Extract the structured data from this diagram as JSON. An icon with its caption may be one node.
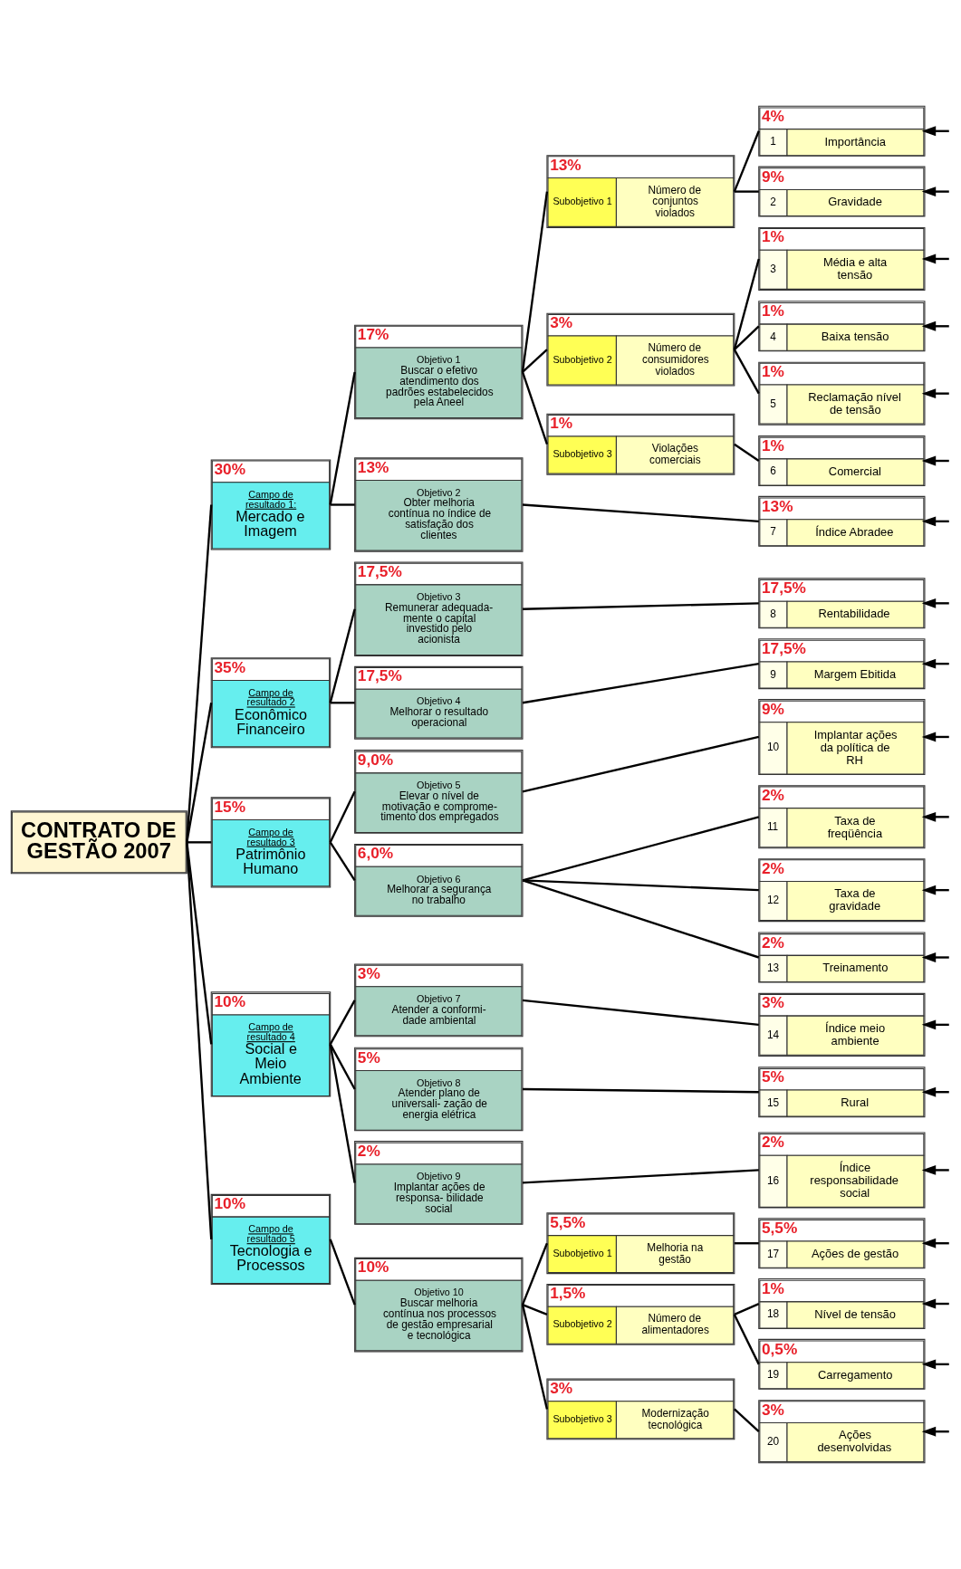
{
  "diagram": {
    "nodes": [
      {
        "text": [
          "CONTRATO DE GESTÃO 2007"
        ]
      },
      {
        "text": [
          "30%",
          "Campo de resultado 1:",
          "Mercado e Imagem"
        ]
      },
      {
        "text": [
          "35%",
          "Campo de resultado 2",
          "Econômico Financeiro"
        ]
      },
      {
        "text": [
          "15%",
          "Campo de resultado 3",
          "Patrimônio Humano"
        ]
      },
      {
        "text": [
          "10%",
          "Campo de resultado 4",
          "Social e Meio Ambiente"
        ]
      },
      {
        "text": [
          "10%",
          "Campo de resultado 5",
          "Tecnologia e Processos"
        ]
      },
      {
        "text": [
          "17%",
          "Objetivo 1",
          "Buscar o efetivo atendimento dos padrões estabelecidos pela Aneel"
        ]
      },
      {
        "text": [
          "13%",
          "Objetivo 2",
          "Obter melhoria contínua no índice de satisfação dos clientes"
        ]
      },
      {
        "text": [
          "17,5%",
          "Objetivo 3",
          "Remunerar adequada- mente o capital investido pelo acionista"
        ]
      },
      {
        "text": [
          "17,5%",
          "Objetivo 4",
          "Melhorar o resultado operacional"
        ]
      },
      {
        "text": [
          "9,0%",
          "Objetivo 5",
          "Elevar o nível de motivação e compromе- timento dos empregados"
        ]
      },
      {
        "text": [
          "6,0%",
          "Objetivo 6",
          "Melhorar a segurança no trabalho"
        ]
      },
      {
        "text": [
          "3%",
          "Objetivo 7",
          "Atender a conformi- dade ambiental"
        ]
      },
      {
        "text": [
          "5%",
          "Objetivo 8",
          "Atender plano de universali- zação de energia elétrica"
        ]
      },
      {
        "text": [
          "2%",
          "Objetivo 9",
          "Implantar ações de responsa- bilidade social"
        ]
      },
      {
        "text": [
          "10%",
          "Objetivo 10",
          "Buscar melhoria contínua nos processos de gestão empresarial e tecnológica"
        ]
      },
      {
        "text": [
          "13%",
          "Subobjetivo 1",
          "Número de conjuntos violados"
        ]
      },
      {
        "text": [
          "3%",
          "Subobjetivo 2",
          "Número de consumidores violados"
        ]
      },
      {
        "text": [
          "1%",
          "Subobjetivo 3",
          "Violações comerciais"
        ]
      },
      {
        "text": [
          "5,5%",
          "Subobjetivo 1",
          "Melhoria na gestão"
        ]
      },
      {
        "text": [
          "1,5%",
          "Subobjetivo 2",
          "Número de alimentadores"
        ]
      },
      {
        "text": [
          "3%",
          "Subobjetivo 3",
          "Modernização tecnológica"
        ]
      },
      {
        "text": [
          "4%",
          "1",
          "Importância"
        ]
      },
      {
        "text": [
          "9%",
          "2",
          "Gravidade"
        ]
      },
      {
        "text": [
          "1%",
          "3",
          "Média e alta tensão"
        ]
      },
      {
        "text": [
          "1%",
          "4",
          "Baixa tensão"
        ]
      },
      {
        "text": [
          "1%",
          "5",
          "Reclamação nível de tensão"
        ]
      },
      {
        "text": [
          "1%",
          "6",
          "Comercial"
        ]
      },
      {
        "text": [
          "13%",
          "7",
          "Índice Abradee"
        ]
      },
      {
        "text": [
          "17,5%",
          "8",
          "Rentabilidade"
        ]
      },
      {
        "text": [
          "17,5%",
          "9",
          "Margem Ebitida"
        ]
      },
      {
        "text": [
          "9%",
          "10",
          "Implantar ações da política de RH"
        ]
      },
      {
        "text": [
          "2%",
          "11",
          "Taxa de freqüência"
        ]
      },
      {
        "text": [
          "2%",
          "12",
          "Taxa de gravidade"
        ]
      },
      {
        "text": [
          "2%",
          "13",
          "Treinamento"
        ]
      },
      {
        "text": [
          "3%",
          "14",
          "Índice meio ambiente"
        ]
      },
      {
        "text": [
          "5%",
          "15",
          "Rural"
        ]
      },
      {
        "text": [
          "2%",
          "16",
          "Índice responsabilidade social"
        ]
      },
      {
        "text": [
          "5,5%",
          "17",
          "Ações de gestão"
        ]
      },
      {
        "text": [
          "1%",
          "18",
          "Nível de tensão"
        ]
      },
      {
        "text": [
          "0,5%",
          "19",
          "Carregamento"
        ]
      },
      {
        "text": [
          "3%",
          "20",
          "Ações desenvolvidas"
        ]
      }
    ],
    "edges": [
      {
        "from": 0,
        "to": 1,
        "arrow": "none"
      },
      {
        "from": 0,
        "to": 2,
        "arrow": "none"
      },
      {
        "from": 0,
        "to": 3,
        "arrow": "none"
      },
      {
        "from": 0,
        "to": 4,
        "arrow": "none"
      },
      {
        "from": 0,
        "to": 5,
        "arrow": "none"
      },
      {
        "from": 1,
        "to": 6,
        "arrow": "none"
      },
      {
        "from": 1,
        "to": 7,
        "arrow": "none"
      },
      {
        "from": 6,
        "to": 16,
        "arrow": "none"
      },
      {
        "from": 6,
        "to": 17,
        "arrow": "none"
      },
      {
        "from": 6,
        "to": 18,
        "arrow": "none"
      },
      {
        "from": 16,
        "to": 22,
        "arrow": "none"
      },
      {
        "from": 16,
        "to": 23,
        "arrow": "none"
      },
      {
        "from": 17,
        "to": 24,
        "arrow": "none"
      },
      {
        "from": 17,
        "to": 25,
        "arrow": "none"
      },
      {
        "from": 17,
        "to": 26,
        "arrow": "none"
      },
      {
        "from": 18,
        "to": 27,
        "arrow": "none"
      },
      {
        "from": 7,
        "to": 28,
        "arrow": "none"
      },
      {
        "from": 2,
        "to": 8,
        "arrow": "none"
      },
      {
        "from": 2,
        "to": 9,
        "arrow": "none"
      },
      {
        "from": 8,
        "to": 29,
        "arrow": "none"
      },
      {
        "from": 9,
        "to": 30,
        "arrow": "none"
      },
      {
        "from": 3,
        "to": 10,
        "arrow": "none"
      },
      {
        "from": 3,
        "to": 11,
        "arrow": "none"
      },
      {
        "from": 10,
        "to": 31,
        "arrow": "none"
      },
      {
        "from": 11,
        "to": 32,
        "arrow": "none"
      },
      {
        "from": 11,
        "to": 33,
        "arrow": "none"
      },
      {
        "from": 11,
        "to": 34,
        "arrow": "none"
      },
      {
        "from": 4,
        "to": 12,
        "arrow": "none"
      },
      {
        "from": 4,
        "to": 13,
        "arrow": "none"
      },
      {
        "from": 4,
        "to": 14,
        "arrow": "none"
      },
      {
        "from": 12,
        "to": 35,
        "arrow": "none"
      },
      {
        "from": 13,
        "to": 36,
        "arrow": "none"
      },
      {
        "from": 14,
        "to": 37,
        "arrow": "none"
      },
      {
        "from": 5,
        "to": 15,
        "arrow": "none"
      },
      {
        "from": 15,
        "to": 19,
        "arrow": "none"
      },
      {
        "from": 15,
        "to": 20,
        "arrow": "none"
      },
      {
        "from": 15,
        "to": 21,
        "arrow": "none"
      },
      {
        "from": 19,
        "to": 38,
        "arrow": "none"
      },
      {
        "from": 20,
        "to": 39,
        "arrow": "none"
      },
      {
        "from": 20,
        "to": 40,
        "arrow": "none"
      },
      {
        "from": 21,
        "to": 41,
        "arrow": "none"
      },
      {
        "from": null,
        "to": 22,
        "arrow": "to"
      },
      {
        "from": null,
        "to": 23,
        "arrow": "to"
      },
      {
        "from": null,
        "to": 24,
        "arrow": "to"
      },
      {
        "from": null,
        "to": 25,
        "arrow": "to"
      },
      {
        "from": null,
        "to": 26,
        "arrow": "to"
      },
      {
        "from": null,
        "to": 27,
        "arrow": "to"
      },
      {
        "from": null,
        "to": 28,
        "arrow": "to"
      },
      {
        "from": null,
        "to": 29,
        "arrow": "to"
      },
      {
        "from": null,
        "to": 30,
        "arrow": "to"
      },
      {
        "from": null,
        "to": 31,
        "arrow": "to"
      },
      {
        "from": null,
        "to": 32,
        "arrow": "to"
      },
      {
        "from": null,
        "to": 33,
        "arrow": "to"
      },
      {
        "from": null,
        "to": 34,
        "arrow": "to"
      },
      {
        "from": null,
        "to": 35,
        "arrow": "to"
      },
      {
        "from": null,
        "to": 36,
        "arrow": "to"
      },
      {
        "from": null,
        "to": 37,
        "arrow": "to"
      },
      {
        "from": null,
        "to": 38,
        "arrow": "to"
      },
      {
        "from": null,
        "to": 39,
        "arrow": "to"
      },
      {
        "from": null,
        "to": 40,
        "arrow": "to"
      },
      {
        "from": null,
        "to": 41,
        "arrow": "to"
      }
    ]
  }
}
